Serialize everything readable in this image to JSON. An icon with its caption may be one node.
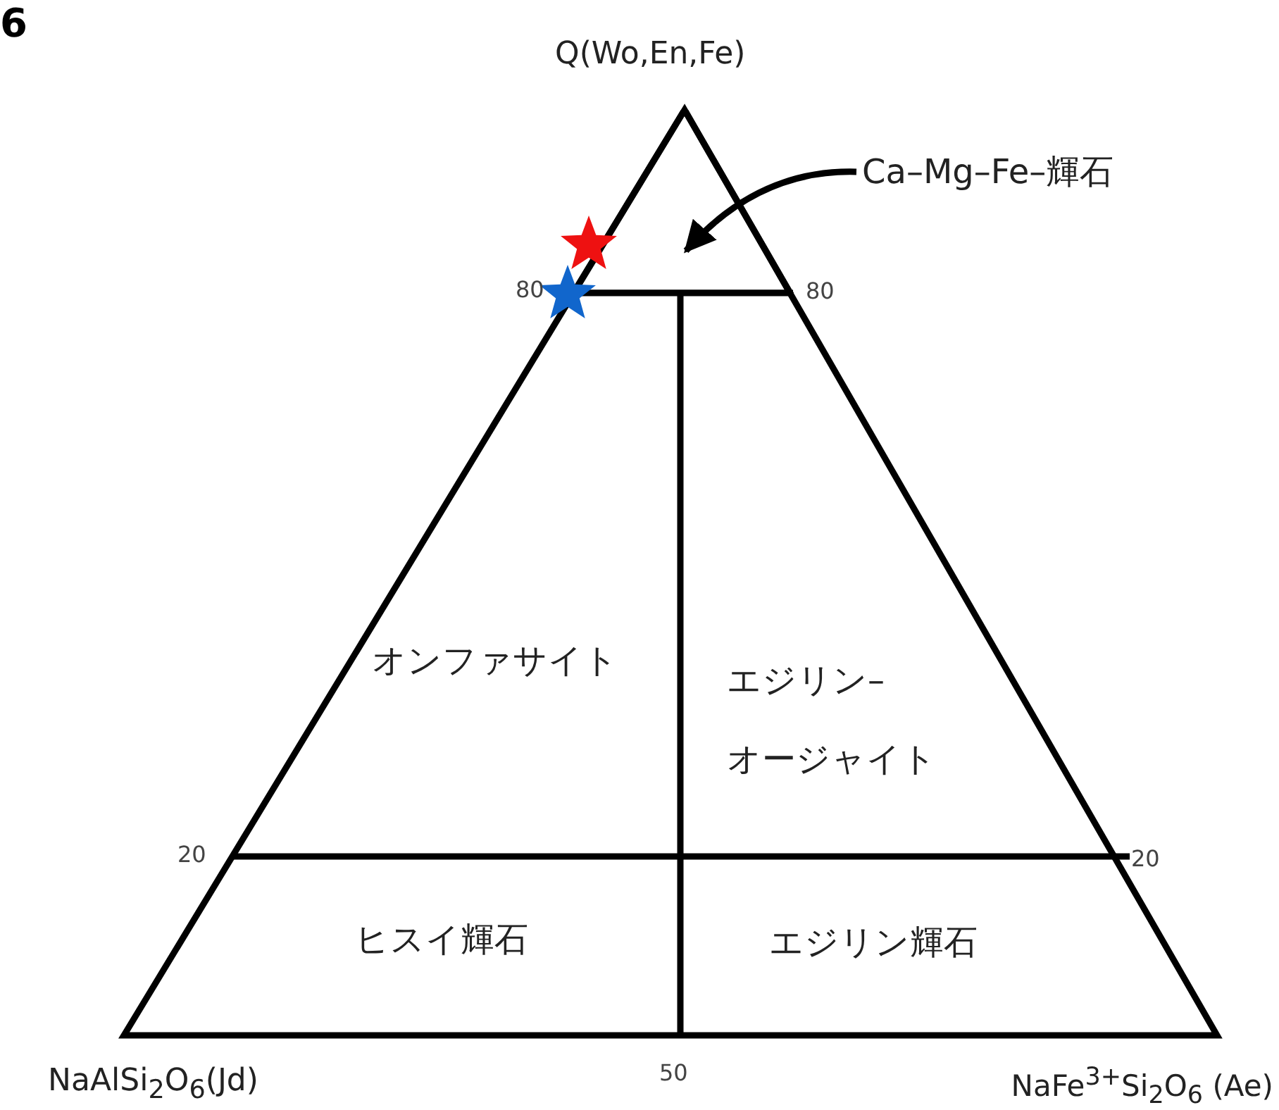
{
  "diagram": {
    "nodes": [
      {
        "text": [
          "Ca–Mg–Fe–輝石"
        ]
      },
      {
        "text": [],
        "shape": "triangle"
      }
    ],
    "edges": [
      {
        "from": 0,
        "to": 1,
        "arrow": "to"
      }
    ],
    "labels": [
      "6",
      "Q(Wo,En,Fe)",
      "80",
      "80",
      "オンファサイト",
      "エジリン–オージャイト",
      "20",
      "20",
      "ヒスイ輝石",
      "エジリン輝石",
      "NaAlSi$_{2}$O$_{6}$(Jd)",
      "50",
      "NaFe$^{3+}$Si$_{2}$O$_{6}$ (Ae)"
    ]
  }
}
